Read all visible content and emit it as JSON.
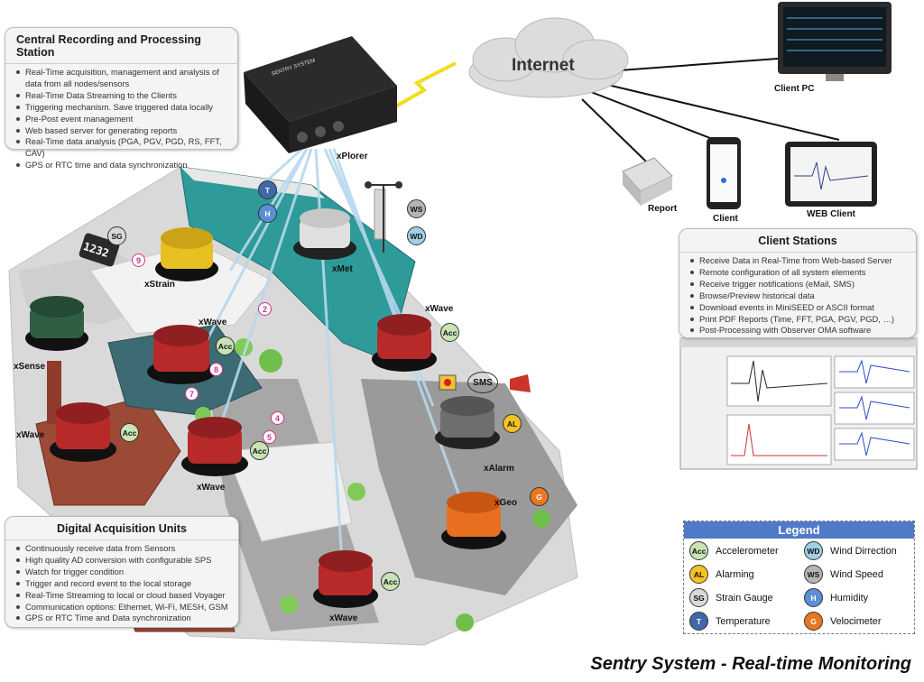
{
  "central_panel": {
    "title": "Central Recording and Processing Station",
    "items": [
      "Real-Time acquisition, management and analysis of data from all nodes/sensors",
      "Real-Time Data Streaming to the Clients",
      "Triggering mechanism. Save triggered data locally",
      "Pre-Post event management",
      "Web based server for generating reports",
      "Real-Time data analysis (PGA, PGV, PGD, RS, FFT, CAV)",
      "GPS or RTC time and data synchronization"
    ]
  },
  "client_panel": {
    "title": "Client Stations",
    "items": [
      "Receive Data in Real-Time from Web-based Server",
      "Remote configuration of all system elements",
      "Receive trigger notifications (eMail, SMS)",
      "Browse/Preview historical data",
      "Download events in MiniSEED or ASCII format",
      "Print PDF Reports (Time, FFT, PGA, PGV, PGD, …)",
      "Post-Processing with Observer OMA software"
    ]
  },
  "acq_panel": {
    "title": "Digital Acquisition Units",
    "items": [
      "Continuously receive data from Sensors",
      "High quality AD conversion with configurable SPS",
      "Watch for trigger condition",
      "Trigger and record event to the local storage",
      "Real-Time Streaming to local or cloud based Voyager",
      "Communication options: Ethernet, Wi-Fi, MESH, GSM",
      "GPS or RTC Time and Data synchronization"
    ]
  },
  "network": {
    "internet": "Internet",
    "client_pc": "Client PC",
    "report": "Report",
    "client": "Client",
    "web_client": "WEB Client"
  },
  "devices": {
    "xplorer": "xPlorer",
    "xmet": "xMet",
    "xstrain": "xStrain",
    "xsense": "xSense",
    "xwave": "xWave",
    "xalarm": "xAlarm",
    "xgeo": "xGeo",
    "sms": "SMS",
    "strain_readout": "1232",
    "brand": "SENTRY SYSTEM"
  },
  "badges": {
    "acc": "Acc",
    "al": "AL",
    "sg": "SG",
    "t": "T",
    "h": "H",
    "wd": "WD",
    "ws": "WS",
    "g": "G"
  },
  "numbers": [
    "2",
    "4",
    "5",
    "7",
    "8",
    "9"
  ],
  "legend": {
    "title": "Legend",
    "items": [
      {
        "code": "Acc",
        "label": "Accelerometer",
        "color": "#c9e3b5"
      },
      {
        "code": "WD",
        "label": "Wind Dirrection",
        "color": "#9fd0e3"
      },
      {
        "code": "AL",
        "label": "Alarming",
        "color": "#f3c226"
      },
      {
        "code": "WS",
        "label": "Wind Speed",
        "color": "#b5b5b5"
      },
      {
        "code": "SG",
        "label": "Strain Gauge",
        "color": "#d9d9d9"
      },
      {
        "code": "H",
        "label": "Humidity",
        "color": "#5b8fd6"
      },
      {
        "code": "T",
        "label": "Temperature",
        "color": "#3f68a8"
      },
      {
        "code": "G",
        "label": "Velocimeter",
        "color": "#e87722"
      }
    ]
  },
  "footer": "Sentry System - Real-time Monitoring",
  "colors": {
    "xwave_red": "#b8292a",
    "xstrain_yellow": "#e9c021",
    "xsense_green": "#2f5e42",
    "xgeo_orange": "#e86f1f",
    "xalarm_gray": "#6e6e6e",
    "legend_header": "#4f7ac7"
  }
}
